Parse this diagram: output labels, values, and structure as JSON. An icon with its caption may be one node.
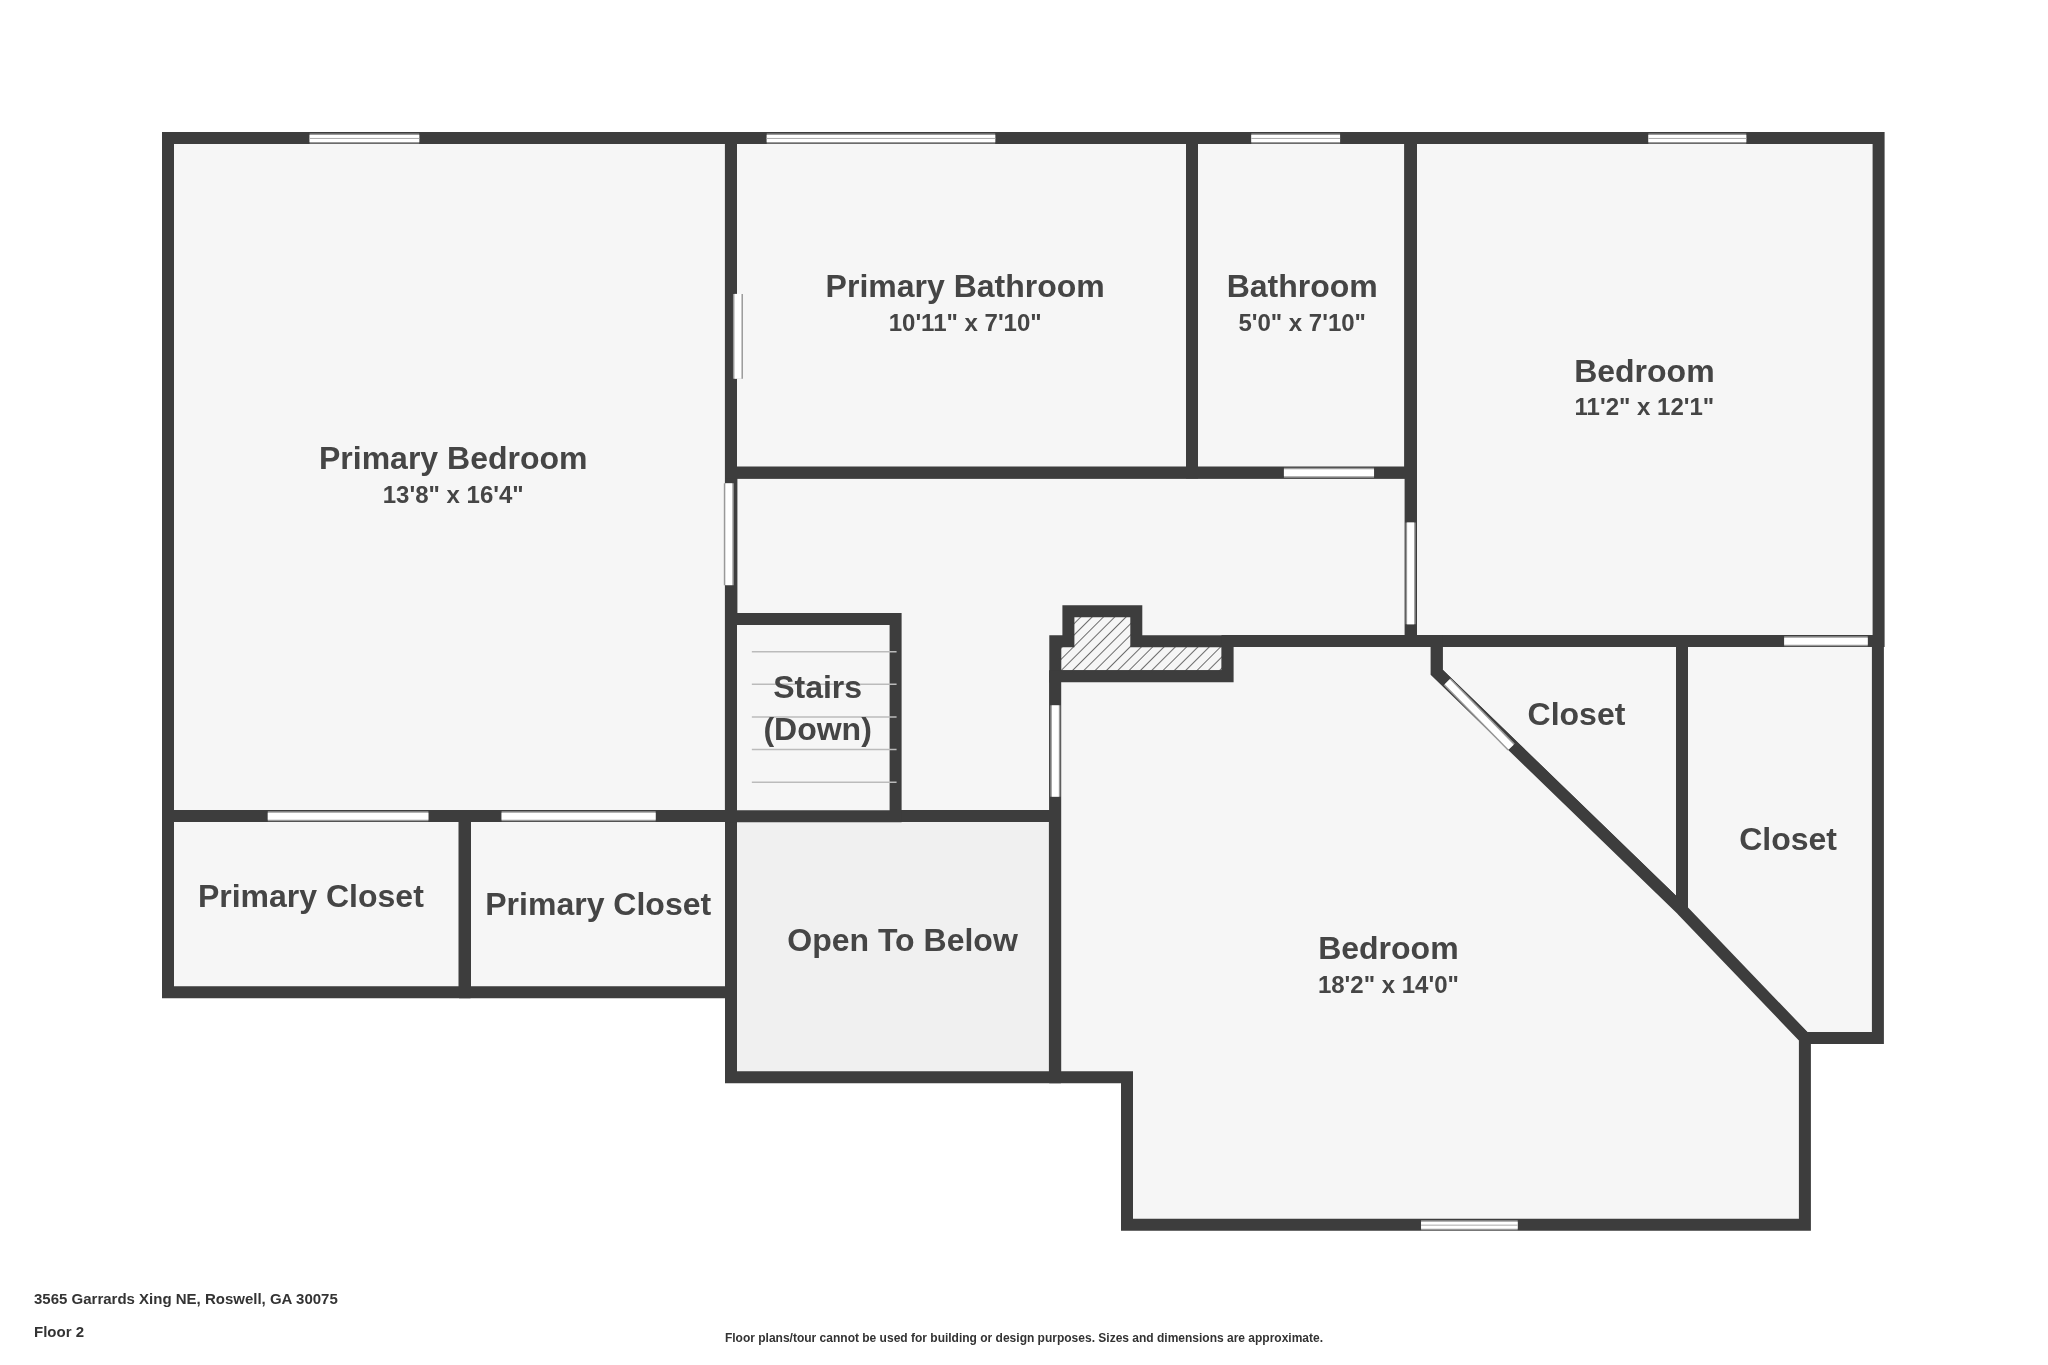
{
  "diagram": {
    "nodes": [
      {
        "text": [
          "Primary Bedroom",
          "13'8\" x 16'4\""
        ]
      },
      {
        "text": [
          "Primary Bathroom",
          "10'11\" x 7'10\""
        ]
      },
      {
        "text": [
          "Bathroom",
          "5'0\" x 7'10\""
        ]
      },
      {
        "text": [
          "Bedroom",
          "11'2\" x 12'1\""
        ]
      },
      {
        "text": [
          "Stairs (Down)"
        ]
      },
      {
        "text": [
          "Closet"
        ]
      },
      {
        "text": [
          "Closet"
        ]
      },
      {
        "text": [
          "Primary Closet"
        ]
      },
      {
        "text": [
          "Primary Closet"
        ]
      },
      {
        "text": [
          "Open To Below"
        ]
      },
      {
        "text": [
          "Bedroom",
          "18'2\" x 14'0\""
        ]
      }
    ],
    "labels": [
      "3565 Garrards Xing NE, Roswell, GA 30075",
      "Floor 2",
      "Floor plans/tour cannot be used for building or design purposes. Sizes and dimensions are approximate."
    ]
  }
}
